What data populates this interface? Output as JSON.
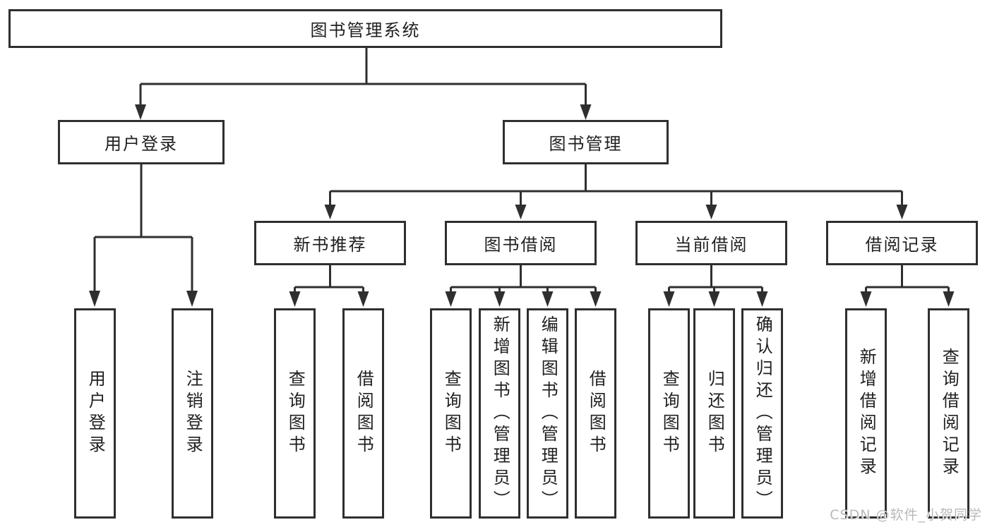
{
  "diagram": {
    "title": "图书管理系统",
    "level2": [
      {
        "label": "用户登录"
      },
      {
        "label": "图书管理"
      }
    ],
    "level3": [
      {
        "label": "新书推荐"
      },
      {
        "label": "图书借阅"
      },
      {
        "label": "当前借阅"
      },
      {
        "label": "借阅记录"
      }
    ],
    "leaves": [
      {
        "parent": "用户登录",
        "label": "用户登录"
      },
      {
        "parent": "用户登录",
        "label": "注销登录"
      },
      {
        "parent": "新书推荐",
        "label": "查询图书"
      },
      {
        "parent": "新书推荐",
        "label": "借阅图书"
      },
      {
        "parent": "图书借阅",
        "label": "查询图书"
      },
      {
        "parent": "图书借阅",
        "label": "新增图书（管理员）"
      },
      {
        "parent": "图书借阅",
        "label": "编辑图书（管理员）"
      },
      {
        "parent": "图书借阅",
        "label": "借阅图书"
      },
      {
        "parent": "当前借阅",
        "label": "查询图书"
      },
      {
        "parent": "当前借阅",
        "label": "归还图书"
      },
      {
        "parent": "当前借阅",
        "label": "确认归还（管理员）"
      },
      {
        "parent": "借阅记录",
        "label": "新增借阅记录"
      },
      {
        "parent": "借阅记录",
        "label": "查询借阅记录"
      }
    ]
  },
  "watermark": "CSDN @软件_小贺同学",
  "colors": {
    "line": "#2f2f2f",
    "text": "#1f1f1f",
    "background": "#ffffff",
    "watermark": "#b9b9b9"
  }
}
